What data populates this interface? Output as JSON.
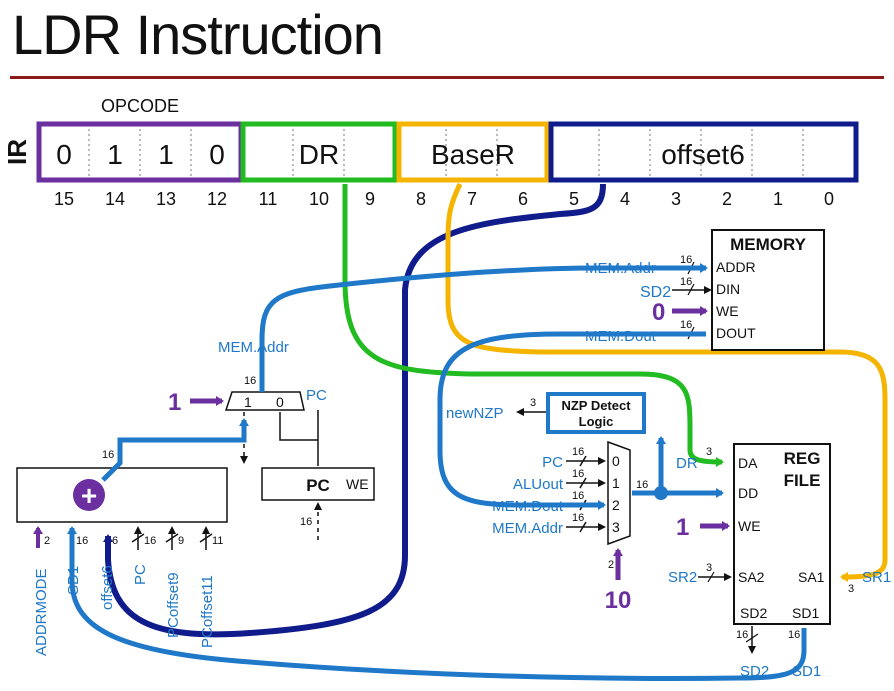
{
  "title": "LDR Instruction",
  "ir": {
    "label": "IR",
    "opcode_label": "OPCODE",
    "opcode_bits": [
      "0",
      "1",
      "1",
      "0"
    ],
    "dr": "DR",
    "baser": "BaseR",
    "offset6": "offset6",
    "bit_numbers": [
      "15",
      "14",
      "13",
      "12",
      "11",
      "10",
      "9",
      "8",
      "7",
      "6",
      "5",
      "4",
      "3",
      "2",
      "1",
      "0"
    ]
  },
  "memory": {
    "title": "MEMORY",
    "ports": [
      "ADDR",
      "DIN",
      "WE",
      "DOUT"
    ],
    "sig_addr": "MEM.Addr",
    "sig_din": "SD2",
    "sig_we": "0",
    "sig_dout": "MEM.Dout"
  },
  "regfile": {
    "title1": "REG",
    "title2": "FILE",
    "ports": [
      "DA",
      "DD",
      "WE",
      "SA2",
      "SA1",
      "SD2",
      "SD1"
    ],
    "sig_dr": "DR",
    "sig_we": "1",
    "sig_sr2": "SR2",
    "sig_sr1": "SR1",
    "out_sd2": "SD2",
    "out_sd1": "SD1"
  },
  "nzp": {
    "line1": "NZP Detect",
    "line2": "Logic",
    "out": "newNZP"
  },
  "datamux": {
    "inputs": [
      "PC",
      "ALUout",
      "MEM.Dout",
      "MEM.Addr"
    ],
    "indices": [
      "0",
      "1",
      "2",
      "3"
    ],
    "select": "10"
  },
  "addrmux": {
    "in1": "1",
    "in0": "0",
    "select": "1",
    "pc": "PC",
    "out": "MEM.Addr"
  },
  "pc": {
    "label": "PC",
    "we": "WE"
  },
  "adder": {
    "inputs": [
      "ADDRMODE",
      "SD1",
      "offset6",
      "PC",
      "PCoffset9",
      "PCoffset11"
    ],
    "plus": "+"
  },
  "widths": {
    "w16": "16",
    "w3": "3",
    "w2": "2",
    "w6": "6",
    "w9": "9",
    "w11": "11"
  },
  "colors": {
    "opcode": "#6b2fa0",
    "dr": "#22bb22",
    "baser": "#f5b400",
    "offset": "#101c8c",
    "bus": "#1f78c8",
    "control": "#6b2fa0",
    "rule": "#8b1a1a"
  }
}
